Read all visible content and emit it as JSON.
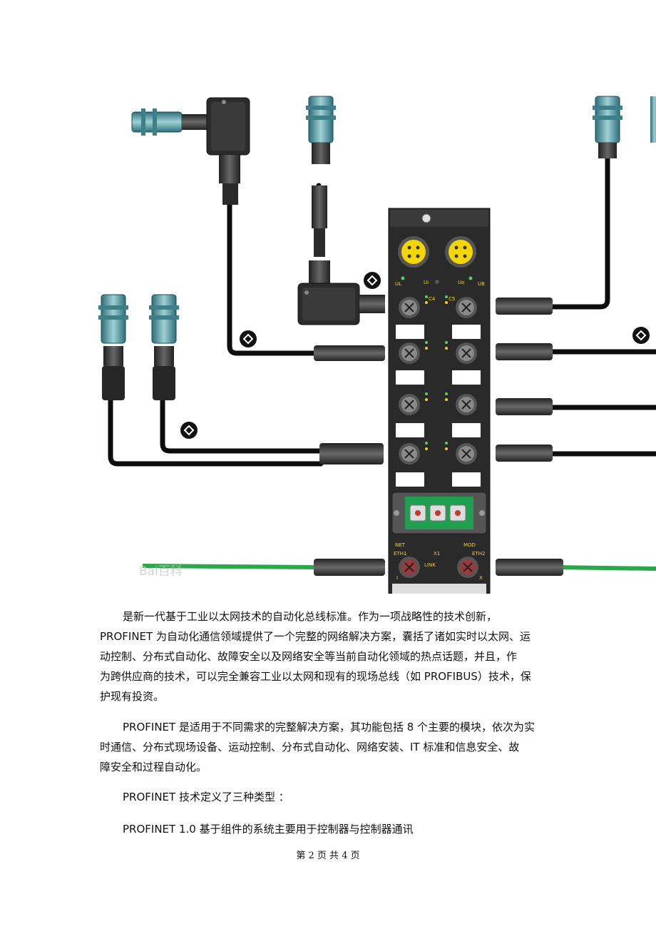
{
  "figure": {
    "device_labels": {
      "ui": "Ui",
      "uo": "Uo",
      "ul": "UL",
      "ub": "UB",
      "net": "NET",
      "mod": "MOD",
      "eth1": "ETH1",
      "eth2": "ETH2",
      "x1": "X1",
      "link": "LINK",
      "port_i": "I",
      "port_x": "X",
      "ch_a": "C4",
      "ch_b": "C5"
    },
    "watermark": "Bai百科"
  },
  "paragraphs": [
    {
      "lines": [
        "是新一代基于工业以太网技术的自动化总线标准。作为一项战略性的技术创新，",
        "PROFINET 为自动化通信领域提供了一个完整的网络解决方案，囊括了诸如实时以太网、运",
        "动控制、分布式自动化、故障安全以及网络安全等当前自动化领域的热点话题，并且，作",
        "为跨供应商的技术，可以完全兼容工业以太网和现有的现场总线（如 PROFIBUS）技术，保",
        "护现有投资。"
      ]
    },
    {
      "lines": [
        "PROFINET 是适用于不同需求的完整解决方案，其功能包括 8 个主要的模块，依次为实",
        "时通信、分布式现场设备、运动控制、分布式自动化、网络安装、IT 标准和信息安全、故",
        "障安全和过程自动化。"
      ]
    },
    {
      "lines": [
        "PROFINET  技术定义了三种类型 ："
      ]
    },
    {
      "lines": [
        "PROFINET 1.0  基于组件的系统主要用于控制器与控制器通讯"
      ]
    }
  ],
  "footer": {
    "text": "第  2  页  共  4  页"
  }
}
